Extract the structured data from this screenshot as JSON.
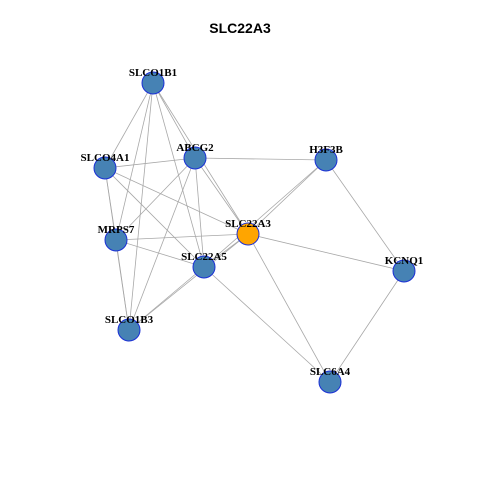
{
  "title": "SLC22A3",
  "colors": {
    "node_fill": "#4682b4",
    "node_stroke": "#1a2fd6",
    "center_fill": "#ffa500",
    "edge": "#a8a8a8"
  },
  "nodes": [
    {
      "id": "SLCO1B1",
      "label": "SLCO1B1",
      "center": false
    },
    {
      "id": "SLCO4A1",
      "label": "SLCO4A1",
      "center": false
    },
    {
      "id": "ABCG2",
      "label": "ABCG2",
      "center": false
    },
    {
      "id": "H3F3B",
      "label": "H3F3B",
      "center": false
    },
    {
      "id": "SLC22A3",
      "label": "SLC22A3",
      "center": true
    },
    {
      "id": "MRPS7",
      "label": "MRPS7",
      "center": false
    },
    {
      "id": "SLC22A5",
      "label": "SLC22A5",
      "center": false
    },
    {
      "id": "KCNQ1",
      "label": "KCNQ1",
      "center": false
    },
    {
      "id": "SLCO1B3",
      "label": "SLCO1B3",
      "center": false
    },
    {
      "id": "SLC6A4",
      "label": "SLC6A4",
      "center": false
    }
  ],
  "edges": [
    [
      "SLCO1B1",
      "SLCO4A1"
    ],
    [
      "SLCO1B1",
      "ABCG2"
    ],
    [
      "SLCO1B1",
      "MRPS7"
    ],
    [
      "SLCO1B1",
      "SLC22A3"
    ],
    [
      "SLCO1B1",
      "SLC22A5"
    ],
    [
      "SLCO1B1",
      "SLCO1B3"
    ],
    [
      "SLCO4A1",
      "ABCG2"
    ],
    [
      "SLCO4A1",
      "MRPS7"
    ],
    [
      "SLCO4A1",
      "SLC22A3"
    ],
    [
      "SLCO4A1",
      "SLC22A5"
    ],
    [
      "SLCO4A1",
      "SLCO1B3"
    ],
    [
      "ABCG2",
      "H3F3B"
    ],
    [
      "ABCG2",
      "MRPS7"
    ],
    [
      "ABCG2",
      "SLC22A3"
    ],
    [
      "ABCG2",
      "SLC22A5"
    ],
    [
      "ABCG2",
      "SLCO1B3"
    ],
    [
      "H3F3B",
      "SLC22A3"
    ],
    [
      "H3F3B",
      "SLC22A5"
    ],
    [
      "H3F3B",
      "KCNQ1"
    ],
    [
      "SLC22A3",
      "MRPS7"
    ],
    [
      "SLC22A3",
      "SLC22A5"
    ],
    [
      "SLC22A3",
      "KCNQ1"
    ],
    [
      "SLC22A3",
      "SLCO1B3"
    ],
    [
      "SLC22A3",
      "SLC6A4"
    ],
    [
      "MRPS7",
      "SLC22A5"
    ],
    [
      "MRPS7",
      "SLCO1B3"
    ],
    [
      "SLC22A5",
      "SLCO1B3"
    ],
    [
      "SLC22A5",
      "SLC6A4"
    ],
    [
      "KCNQ1",
      "SLC6A4"
    ]
  ]
}
